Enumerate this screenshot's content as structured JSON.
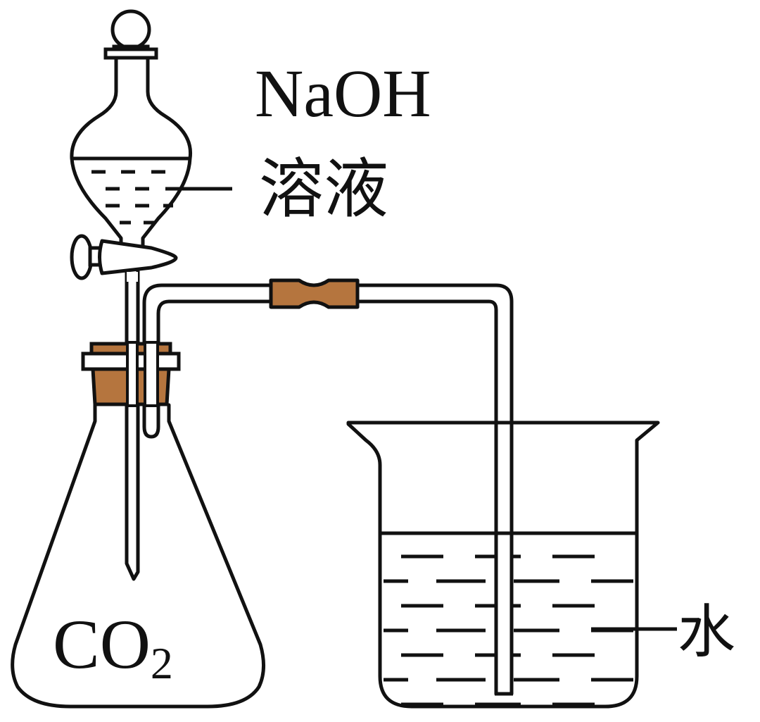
{
  "labels": {
    "naoh": "NaOH",
    "solution": "溶液",
    "water": "水",
    "co2_main": "CO",
    "co2_sub": "2"
  },
  "colors": {
    "rubber": "#b5753e",
    "line": "#111111",
    "background": "#ffffff"
  },
  "icons": {
    "separatory_funnel": "separatory-funnel-icon",
    "conical_flask": "conical-flask-icon",
    "beaker": "beaker-icon"
  }
}
